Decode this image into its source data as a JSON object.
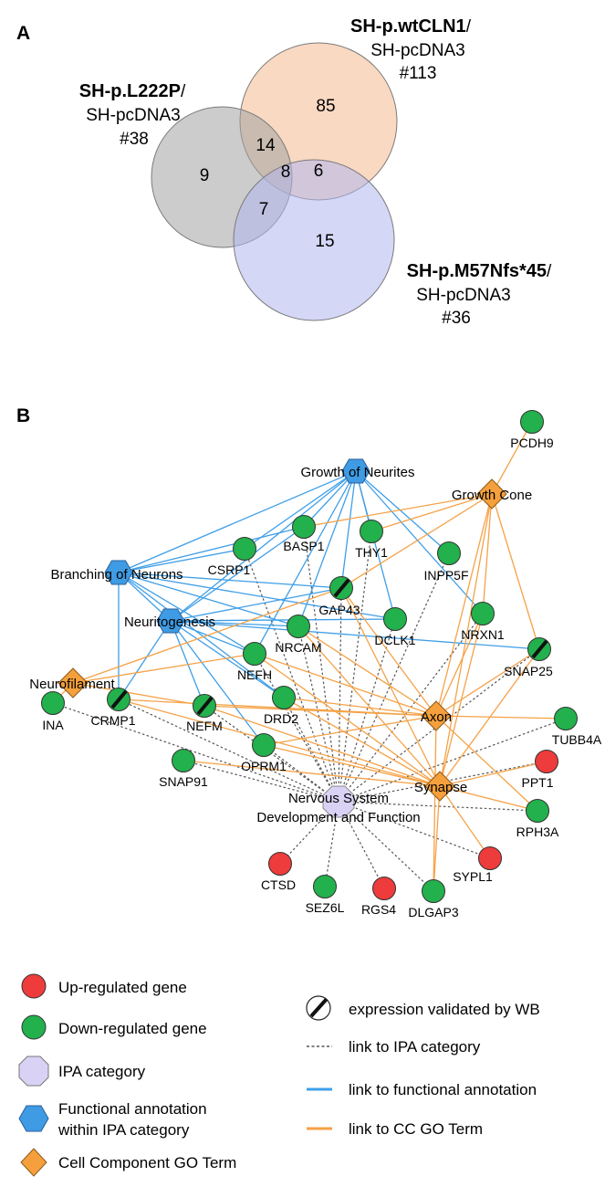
{
  "panels": {
    "a": "A",
    "b": "B"
  },
  "venn": {
    "sets": [
      {
        "key": "wt",
        "name": "SH-p.wtCLN1",
        "sep": "/",
        "ref": "SH-pcDNA3",
        "count": "#113",
        "color": "#f4b98f"
      },
      {
        "key": "l222p",
        "name": "SH-p.L222P",
        "sep": "/",
        "ref": "SH-pcDNA3",
        "count": "#38",
        "color": "#a3a3a3"
      },
      {
        "key": "m57",
        "name": "SH-p.M57Nfs*45",
        "sep": "/",
        "ref": "SH-pcDNA3",
        "count": "#36",
        "color": "#b1b6ee"
      }
    ],
    "regions": {
      "wt_only": "85",
      "l222p_only": "9",
      "m57_only": "15",
      "wt_l222p": "14",
      "wt_m57": "6",
      "l222p_m57": "7",
      "all_three": "8"
    }
  },
  "network": {
    "categories": [
      {
        "id": "nsdf",
        "label_line1": "Nervous System",
        "label_line2": "Development and Function",
        "kind": "ipa"
      },
      {
        "id": "growth_neurites",
        "label": "Growth of Neurites",
        "kind": "functional"
      },
      {
        "id": "branching",
        "label": "Branching of Neurons",
        "kind": "functional"
      },
      {
        "id": "neuritogenesis",
        "label": "Neuritogenesis",
        "kind": "functional"
      },
      {
        "id": "growth_cone",
        "label": "Growth Cone",
        "kind": "cc"
      },
      {
        "id": "neurofilament",
        "label": "Neurofilament",
        "kind": "cc"
      },
      {
        "id": "axon",
        "label": "Axon",
        "kind": "cc"
      },
      {
        "id": "synapse",
        "label": "Synapse",
        "kind": "cc"
      }
    ],
    "genes": [
      {
        "id": "PCDH9",
        "label": "PCDH9",
        "reg": "down",
        "wb": false
      },
      {
        "id": "BASP1",
        "label": "BASP1",
        "reg": "down",
        "wb": false
      },
      {
        "id": "THY1",
        "label": "THY1",
        "reg": "down",
        "wb": false
      },
      {
        "id": "CSRP1",
        "label": "CSRP1",
        "reg": "down",
        "wb": false
      },
      {
        "id": "INPP5F",
        "label": "INPP5F",
        "reg": "down",
        "wb": false
      },
      {
        "id": "GAP43",
        "label": "GAP43",
        "reg": "down",
        "wb": true
      },
      {
        "id": "NRCAM",
        "label": "NRCAM",
        "reg": "down",
        "wb": false
      },
      {
        "id": "DCLK1",
        "label": "DCLK1",
        "reg": "down",
        "wb": false
      },
      {
        "id": "NRXN1",
        "label": "NRXN1",
        "reg": "down",
        "wb": false
      },
      {
        "id": "NEFH",
        "label": "NEFH",
        "reg": "down",
        "wb": false
      },
      {
        "id": "SNAP25",
        "label": "SNAP25",
        "reg": "down",
        "wb": true
      },
      {
        "id": "DRD2",
        "label": "DRD2",
        "reg": "down",
        "wb": false
      },
      {
        "id": "INA",
        "label": "INA",
        "reg": "down",
        "wb": false
      },
      {
        "id": "CRMP1",
        "label": "CRMP1",
        "reg": "down",
        "wb": true
      },
      {
        "id": "NEFM",
        "label": "NEFM",
        "reg": "down",
        "wb": true
      },
      {
        "id": "OPRM1",
        "label": "OPRM1",
        "reg": "down",
        "wb": false
      },
      {
        "id": "TUBB4A",
        "label": "TUBB4A",
        "reg": "down",
        "wb": false
      },
      {
        "id": "SNAP91",
        "label": "SNAP91",
        "reg": "down",
        "wb": false
      },
      {
        "id": "PPT1",
        "label": "PPT1",
        "reg": "up",
        "wb": false
      },
      {
        "id": "RPH3A",
        "label": "RPH3A",
        "reg": "down",
        "wb": false
      },
      {
        "id": "SYPL1",
        "label": "SYPL1",
        "reg": "up",
        "wb": false
      },
      {
        "id": "CTSD",
        "label": "CTSD",
        "reg": "up",
        "wb": false
      },
      {
        "id": "SEZ6L",
        "label": "SEZ6L",
        "reg": "down",
        "wb": false
      },
      {
        "id": "RGS4",
        "label": "RGS4",
        "reg": "up",
        "wb": false
      },
      {
        "id": "DLGAP3",
        "label": "DLGAP3",
        "reg": "down",
        "wb": false
      }
    ],
    "edges": {
      "ipa": [
        "BASP1",
        "THY1",
        "CSRP1",
        "GAP43",
        "NRCAM",
        "DCLK1",
        "NRXN1",
        "NEFH",
        "SNAP25",
        "DRD2",
        "CRMP1",
        "NEFM",
        "OPRM1",
        "SNAP91",
        "PPT1",
        "RPH3A",
        "SYPL1",
        "CTSD",
        "SEZ6L",
        "RGS4",
        "DLGAP3",
        "INPP5F",
        "TUBB4A",
        "INA"
      ],
      "functional": [
        [
          "growth_neurites",
          "BASP1"
        ],
        [
          "growth_neurites",
          "THY1"
        ],
        [
          "growth_neurites",
          "CSRP1"
        ],
        [
          "growth_neurites",
          "GAP43"
        ],
        [
          "growth_neurites",
          "INPP5F"
        ],
        [
          "growth_neurites",
          "NRCAM"
        ],
        [
          "growth_neurites",
          "DCLK1"
        ],
        [
          "growth_neurites",
          "NEFH"
        ],
        [
          "growth_neurites",
          "NRXN1"
        ],
        [
          "growth_neurites",
          "branching"
        ],
        [
          "growth_neurites",
          "neuritogenesis"
        ],
        [
          "branching",
          "CSRP1"
        ],
        [
          "branching",
          "BASP1"
        ],
        [
          "branching",
          "GAP43"
        ],
        [
          "branching",
          "NRCAM"
        ],
        [
          "branching",
          "NEFH"
        ],
        [
          "branching",
          "DRD2"
        ],
        [
          "branching",
          "CRMP1"
        ],
        [
          "branching",
          "DCLK1"
        ],
        [
          "branching",
          "neuritogenesis"
        ],
        [
          "neuritogenesis",
          "GAP43"
        ],
        [
          "neuritogenesis",
          "NRCAM"
        ],
        [
          "neuritogenesis",
          "NEFH"
        ],
        [
          "neuritogenesis",
          "DRD2"
        ],
        [
          "neuritogenesis",
          "NEFM"
        ],
        [
          "neuritogenesis",
          "OPRM1"
        ],
        [
          "neuritogenesis",
          "CRMP1"
        ],
        [
          "neuritogenesis",
          "DCLK1"
        ],
        [
          "neuritogenesis",
          "SNAP25"
        ],
        [
          "neuritogenesis",
          "BASP1"
        ]
      ],
      "cc": [
        [
          "growth_cone",
          "PCDH9"
        ],
        [
          "growth_cone",
          "GAP43"
        ],
        [
          "growth_cone",
          "THY1"
        ],
        [
          "growth_cone",
          "BASP1"
        ],
        [
          "growth_cone",
          "NRXN1"
        ],
        [
          "growth_cone",
          "synapse"
        ],
        [
          "growth_cone",
          "axon"
        ],
        [
          "growth_cone",
          "SNAP25"
        ],
        [
          "neurofilament",
          "INA"
        ],
        [
          "neurofilament",
          "NEFH"
        ],
        [
          "neurofilament",
          "NEFM"
        ],
        [
          "neurofilament",
          "GAP43"
        ],
        [
          "axon",
          "GAP43"
        ],
        [
          "axon",
          "NRCAM"
        ],
        [
          "axon",
          "NEFH"
        ],
        [
          "axon",
          "NEFM"
        ],
        [
          "axon",
          "DRD2"
        ],
        [
          "axon",
          "SNAP25"
        ],
        [
          "axon",
          "NRXN1"
        ],
        [
          "axon",
          "TUBB4A"
        ],
        [
          "axon",
          "OPRM1"
        ],
        [
          "axon",
          "CRMP1"
        ],
        [
          "axon",
          "DLGAP3"
        ],
        [
          "axon",
          "RPH3A"
        ],
        [
          "synapse",
          "NRCAM"
        ],
        [
          "synapse",
          "GAP43"
        ],
        [
          "synapse",
          "SNAP25"
        ],
        [
          "synapse",
          "NRXN1"
        ],
        [
          "synapse",
          "PPT1"
        ],
        [
          "synapse",
          "RPH3A"
        ],
        [
          "synapse",
          "SYPL1"
        ],
        [
          "synapse",
          "DLGAP3"
        ],
        [
          "synapse",
          "DRD2"
        ],
        [
          "synapse",
          "CRMP1"
        ],
        [
          "synapse",
          "NEFH"
        ],
        [
          "synapse",
          "NEFM"
        ],
        [
          "synapse",
          "SNAP91"
        ],
        [
          "synapse",
          "OPRM1"
        ]
      ]
    }
  },
  "legend": {
    "up": "Up-regulated gene",
    "down": "Down-regulated gene",
    "ipa": "IPA category",
    "functional_line1": "Functional annotation",
    "functional_line2": "within IPA category",
    "cc": "Cell Component GO Term",
    "wb": "expression validated by WB",
    "ipa_link": "link to IPA category",
    "functional_link": "link to functional annotation",
    "cc_link": "link to CC GO Term"
  },
  "colors": {
    "up": "#ee3b3b",
    "down": "#22b14c",
    "ipa": "#d9d2f5",
    "functional": "#3f9be3",
    "cc": "#f5a03c",
    "functional_edge": "#3f9fe8",
    "cc_edge": "#f5a247",
    "ipa_edge": "#555555"
  }
}
